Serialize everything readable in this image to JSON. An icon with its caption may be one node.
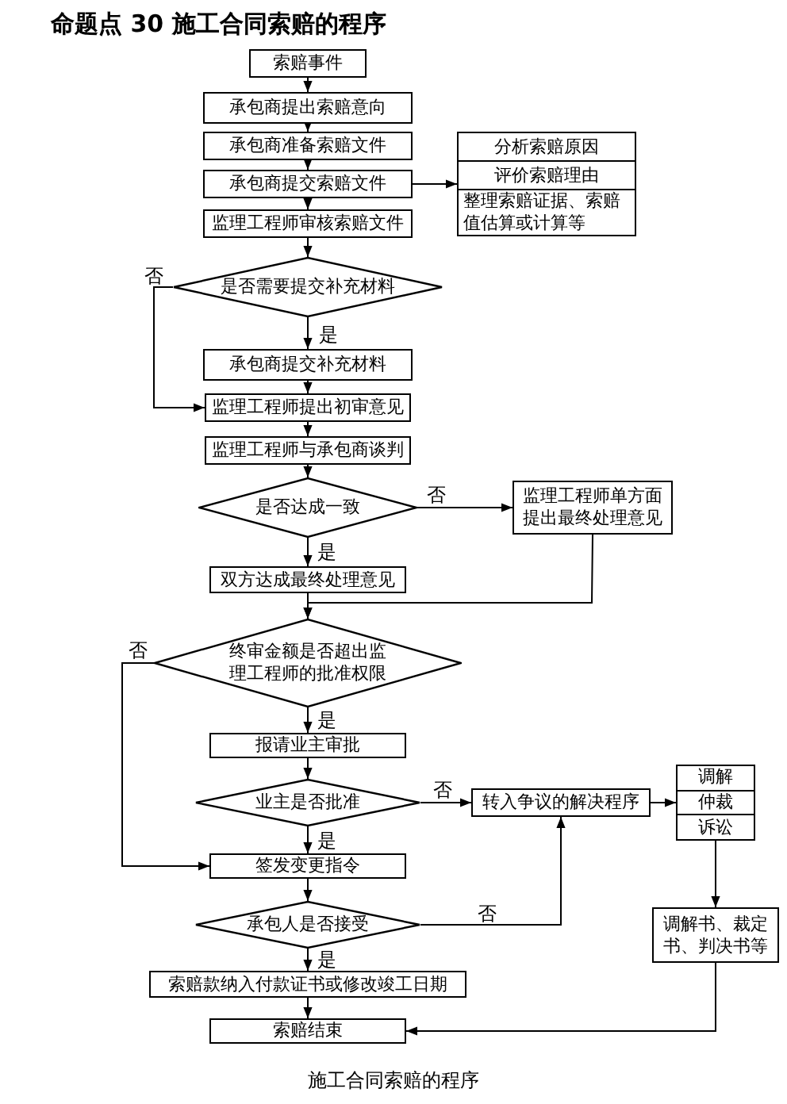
{
  "diagram": {
    "title": "命题点 30 施工合同索赔的程序",
    "caption": "施工合同索赔的程序",
    "nodes": [
      {
        "text": [
          "索赔事件"
        ]
      },
      {
        "text": [
          "承包商提出索赔意向"
        ]
      },
      {
        "text": [
          "承包商准备索赔文件"
        ]
      },
      {
        "text": [
          "承包商提交索赔文件"
        ]
      },
      {
        "text": [
          "分析索赔原因",
          "评价索赔理由",
          "整理索赔证据、索赔值估算或计算等"
        ]
      },
      {
        "text": [
          "监理工程师审核索赔文件"
        ]
      },
      {
        "text": [
          "是否需要提交补充材料"
        ]
      },
      {
        "text": [
          "承包商提交补充材料"
        ]
      },
      {
        "text": [
          "监理工程师提出初审意见"
        ]
      },
      {
        "text": [
          "监理工程师与承包商谈判"
        ]
      },
      {
        "text": [
          "是否达成一致"
        ]
      },
      {
        "text": [
          "监理工程师单方面提出最终处理意见"
        ]
      },
      {
        "text": [
          "双方达成最终处理意见"
        ]
      },
      {
        "text": [
          "终审金额是否超出监理工程师的批准权限"
        ]
      },
      {
        "text": [
          "报请业主审批"
        ]
      },
      {
        "text": [
          "业主是否批准"
        ]
      },
      {
        "text": [
          "转入争议的解决程序"
        ]
      },
      {
        "text": [
          "调解",
          "仲裁",
          "诉讼"
        ]
      },
      {
        "text": [
          "签发变更指令"
        ]
      },
      {
        "text": [
          "承包人是否接受"
        ]
      },
      {
        "text": [
          "调解书、裁定书、判决书等"
        ]
      },
      {
        "text": [
          "索赔款纳入付款证书或修改竣工日期"
        ]
      },
      {
        "text": [
          "索赔结束"
        ]
      }
    ],
    "edges": [
      {
        "from": 0,
        "to": 1,
        "arrow": "to"
      },
      {
        "from": 1,
        "to": 2,
        "arrow": "to"
      },
      {
        "from": 2,
        "to": 3,
        "arrow": "to"
      },
      {
        "from": 3,
        "to": 4,
        "arrow": "to"
      },
      {
        "from": 3,
        "to": 5,
        "arrow": "to"
      },
      {
        "from": 5,
        "to": 6,
        "arrow": "to"
      },
      {
        "from": 6,
        "to": 7,
        "arrow": "to",
        "label": "是"
      },
      {
        "from": 6,
        "to": 8,
        "arrow": "to",
        "label": "否"
      },
      {
        "from": 7,
        "to": 8,
        "arrow": "to"
      },
      {
        "from": 8,
        "to": 9,
        "arrow": "to"
      },
      {
        "from": 9,
        "to": 10,
        "arrow": "to"
      },
      {
        "from": 10,
        "to": 11,
        "arrow": "to",
        "label": "否"
      },
      {
        "from": 10,
        "to": 12,
        "arrow": "to",
        "label": "是"
      },
      {
        "from": 12,
        "to": 13,
        "arrow": "to"
      },
      {
        "from": 11,
        "to": 13,
        "arrow": "to"
      },
      {
        "from": 13,
        "to": 14,
        "arrow": "to",
        "label": "是"
      },
      {
        "from": 13,
        "to": 18,
        "arrow": "to",
        "label": "否"
      },
      {
        "from": 14,
        "to": 15,
        "arrow": "to"
      },
      {
        "from": 15,
        "to": 16,
        "arrow": "to",
        "label": "否"
      },
      {
        "from": 15,
        "to": 18,
        "arrow": "to",
        "label": "是"
      },
      {
        "from": 16,
        "to": 17,
        "arrow": "to"
      },
      {
        "from": 17,
        "to": 20,
        "arrow": "to"
      },
      {
        "from": 18,
        "to": 19,
        "arrow": "to"
      },
      {
        "from": 19,
        "to": 16,
        "arrow": "to",
        "label": "否"
      },
      {
        "from": 19,
        "to": 21,
        "arrow": "to",
        "label": "是"
      },
      {
        "from": 21,
        "to": 22,
        "arrow": "to"
      },
      {
        "from": 20,
        "to": 22,
        "arrow": "to"
      }
    ]
  }
}
